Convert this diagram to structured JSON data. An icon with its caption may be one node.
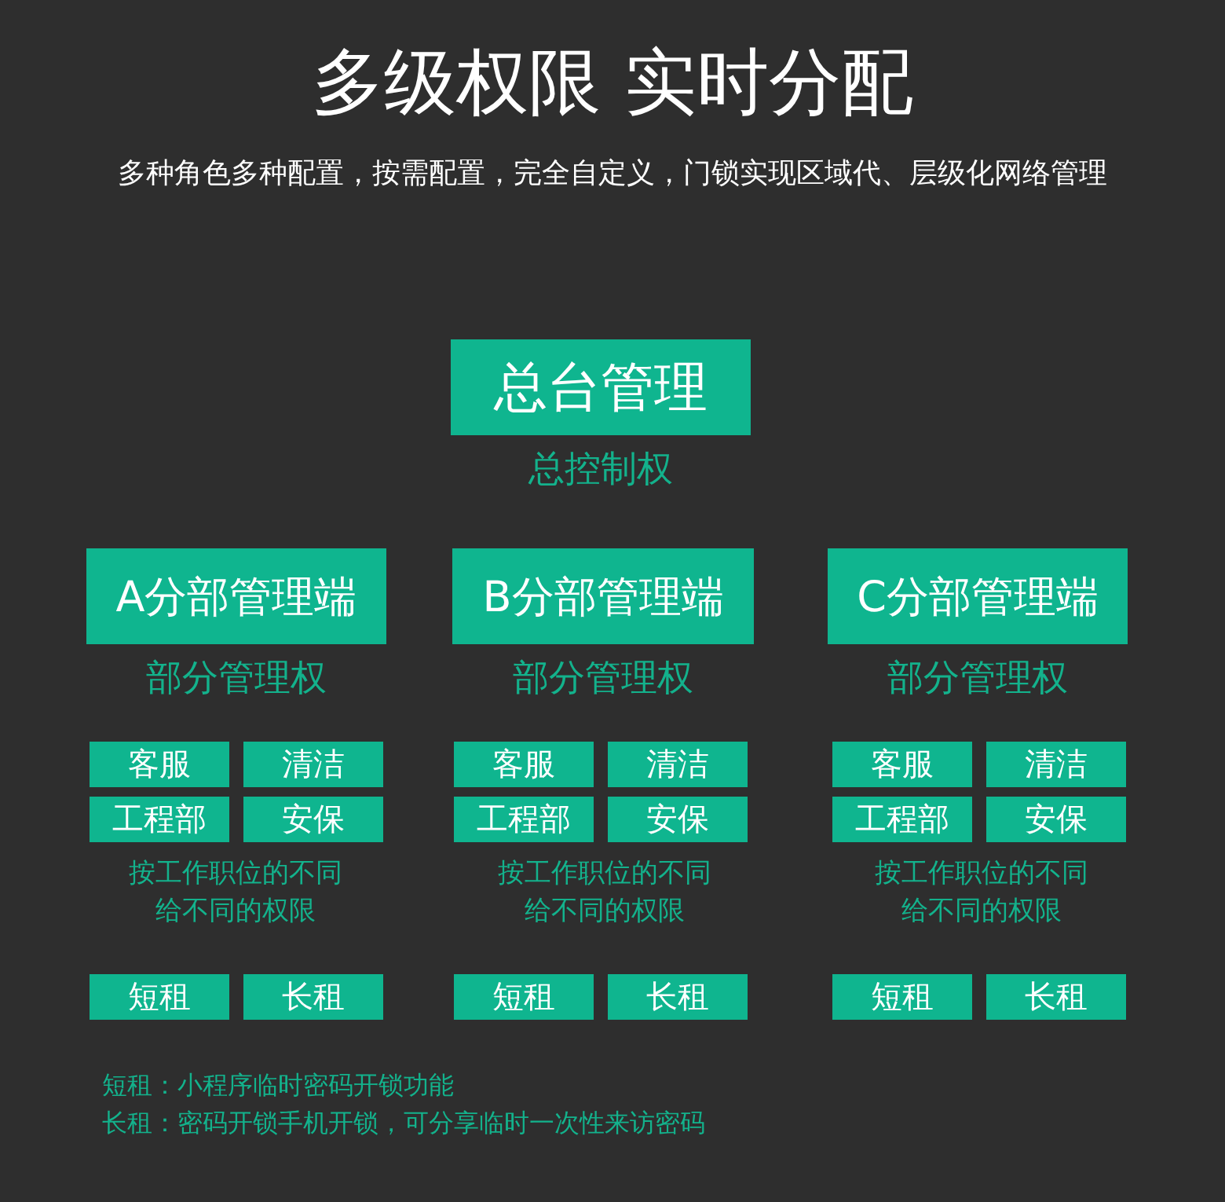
{
  "diagram": {
    "title": "多级权限 实时分配",
    "nodes": [
      {
        "text": [
          "总台管理"
        ],
        "beside": [
          "总控制权"
        ]
      },
      {
        "text": [
          "A分部管理端"
        ],
        "beside": [
          "部分管理权"
        ]
      },
      {
        "text": [
          "B分部管理端"
        ],
        "beside": [
          "部分管理权"
        ]
      },
      {
        "text": [
          "C分部管理端"
        ],
        "beside": [
          "部分管理权"
        ]
      },
      {
        "text": [
          "客服"
        ]
      },
      {
        "text": [
          "清洁"
        ]
      },
      {
        "text": [
          "客服"
        ]
      },
      {
        "text": [
          "清洁"
        ]
      },
      {
        "text": [
          "客服"
        ]
      },
      {
        "text": [
          "清洁"
        ]
      },
      {
        "text": [
          "工程部"
        ]
      },
      {
        "text": [
          "安保"
        ]
      },
      {
        "text": [
          "工程部"
        ]
      },
      {
        "text": [
          "安保"
        ]
      },
      {
        "text": [
          "工程部"
        ]
      },
      {
        "text": [
          "安保"
        ]
      },
      {
        "text": [
          "短租"
        ]
      },
      {
        "text": [
          "长租"
        ]
      },
      {
        "text": [
          "短租"
        ]
      },
      {
        "text": [
          "长租"
        ]
      },
      {
        "text": [
          "短租"
        ]
      },
      {
        "text": [
          "长租"
        ]
      }
    ],
    "edges": [],
    "labels": [
      "多种角色多种配置，按需配置，完全自定义，门锁实现区域代、层级化网络管理",
      "按工作职位的不同给不同的权限",
      "按工作职位的不同给不同的权限",
      "按工作职位的不同给不同的权限",
      "短租：小程序临时密码开锁功能",
      "长租：密码开锁手机开锁，可分享临时一次性来访密码"
    ]
  }
}
